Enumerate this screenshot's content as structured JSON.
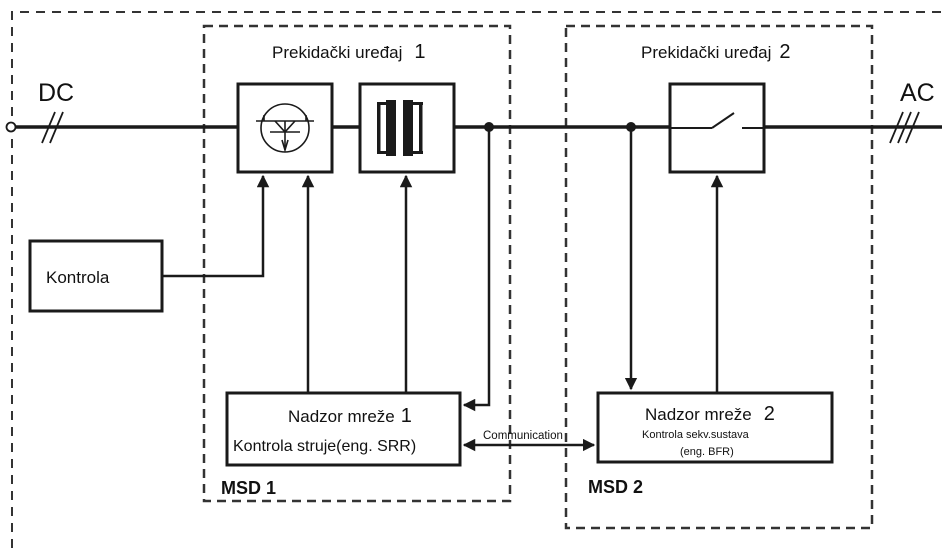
{
  "terminals": {
    "dc": "DC",
    "ac": "AC"
  },
  "device1": {
    "title": "Prekidački uređaj",
    "number": "1"
  },
  "device2": {
    "title": "Prekidački uređaj",
    "number": "2"
  },
  "control_block": {
    "label": "Kontrola"
  },
  "msd1": {
    "label": "MSD 1",
    "monitor_title": "Nadzor mreže",
    "monitor_number": "1",
    "monitor_subtitle": "Kontrola struje(eng. SRR)"
  },
  "msd2": {
    "label": "MSD 2",
    "monitor_title": "Nadzor mreže",
    "monitor_number": "2",
    "monitor_line2": "Kontrola sekv.sustava",
    "monitor_line3": "(eng. BFR)"
  },
  "link": {
    "label": "Communication"
  },
  "colors": {
    "line": "#1a1a1a",
    "background": "#ffffff"
  }
}
